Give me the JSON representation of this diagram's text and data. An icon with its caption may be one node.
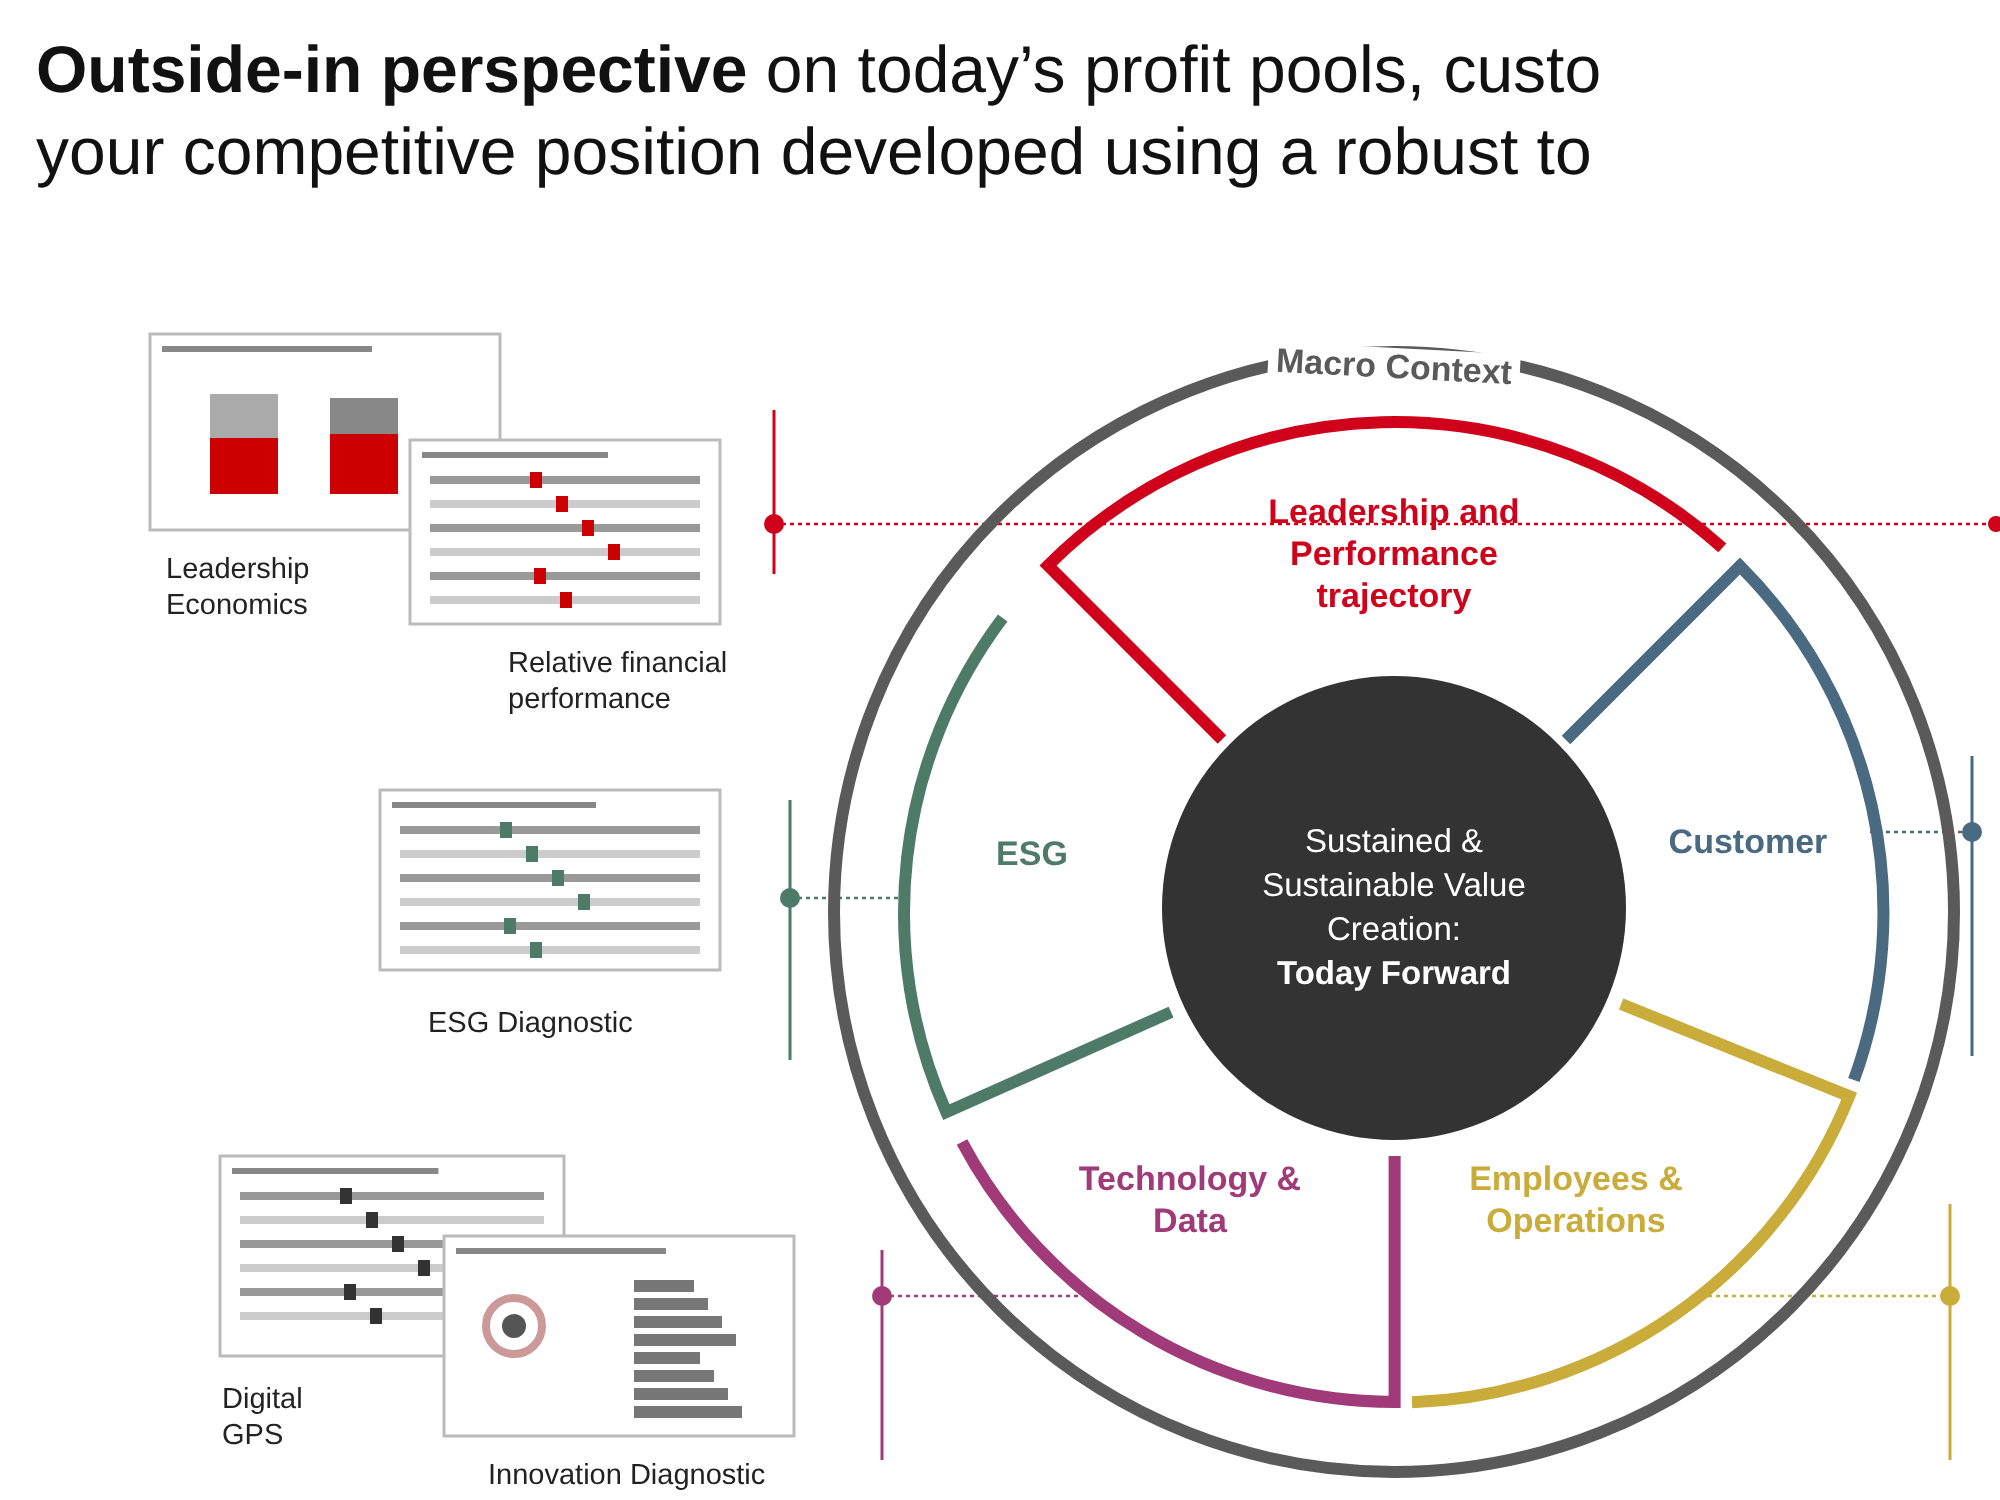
{
  "diagram": {
    "title": "**Outside-in perspective** on today’s profit pools, custo your competitive position developed using a robust to",
    "nodes": [
      {
        "text": [
          "Macro Context"
        ]
      },
      {
        "text": [
          "Sustained & Sustainable Value Creation: **Today Forward**"
        ],
        "in": 0
      },
      {
        "text": [
          "Leadership and Performance trajectory"
        ],
        "in": 0
      },
      {
        "text": [
          "Customer"
        ],
        "in": 0
      },
      {
        "text": [
          "Employees & Operations"
        ],
        "in": 0
      },
      {
        "text": [
          "Technology & Data"
        ],
        "in": 0
      },
      {
        "text": [
          "ESG"
        ],
        "in": 0
      }
    ],
    "labels": [
      "Leadership Economics",
      "Relative financial performance",
      "ESG Diagnostic",
      "Digital GPS",
      "Innovation Diagnostic"
    ]
  }
}
